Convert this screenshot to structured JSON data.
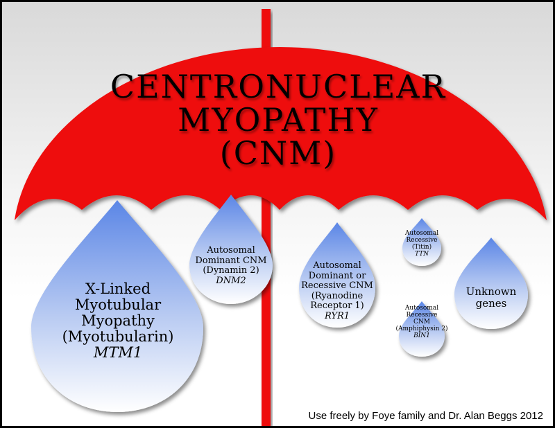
{
  "title": {
    "line1": "CENTRONUCLEAR",
    "line2": "MYOPATHY",
    "line3": "(CNM)"
  },
  "colors": {
    "umbrella": "#ee1111",
    "drop_top": "#5b86e6",
    "drop_bottom": "#ffffff"
  },
  "drops": {
    "mtm1": {
      "line1": "X-Linked",
      "line2": "Myotubular",
      "line3": "Myopathy",
      "line4": "(Myotubularin)",
      "gene": "MTM1"
    },
    "dnm2": {
      "line1": "Autosomal",
      "line2": "Dominant CNM",
      "line3": "(Dynamin 2)",
      "gene": "DNM2"
    },
    "ryr1": {
      "line1": "Autosomal",
      "line2": "Dominant or",
      "line3": "Recessive CNM",
      "line4": "(Ryanodine",
      "line5": "Receptor 1)",
      "gene": "RYR1"
    },
    "ttn": {
      "line1": "Autosomal",
      "line2": "Recessive",
      "line3": "(Titin)",
      "gene": "TTN"
    },
    "bin1": {
      "line1": "Autosomal",
      "line2": "Recessive",
      "line3": "CNM",
      "line4": "(Amphiphysin 2)",
      "gene": "BIN1"
    },
    "unknown": {
      "line1": "Unknown",
      "line2": "genes"
    }
  },
  "credit": "Use freely by Foye family and Dr. Alan Beggs 2012"
}
